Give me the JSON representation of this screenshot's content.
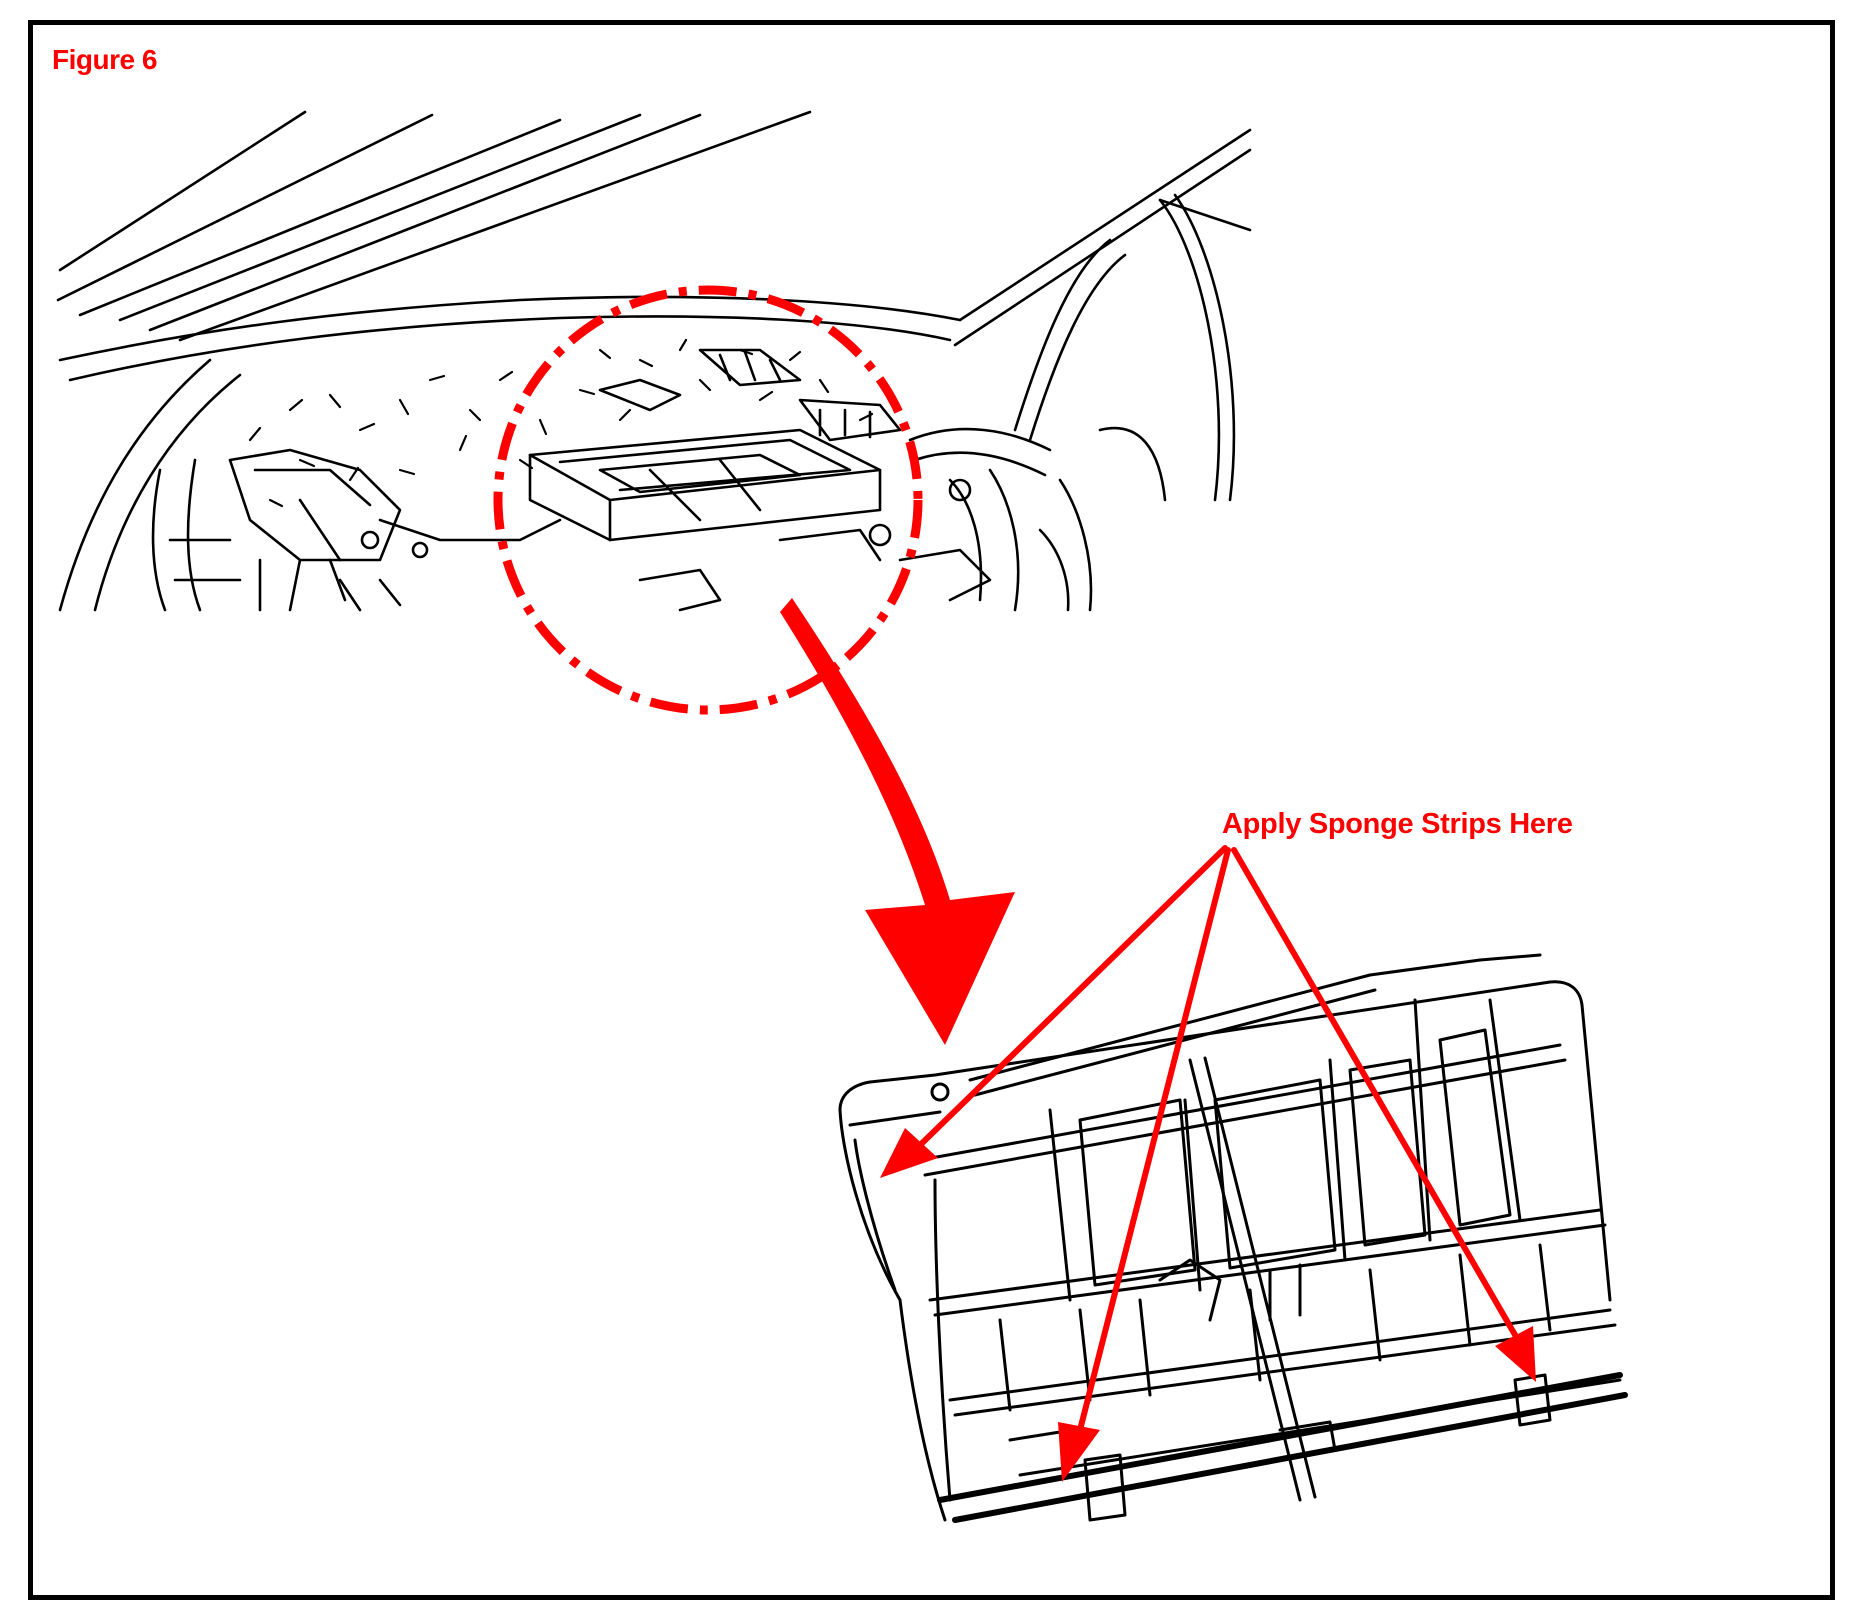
{
  "figure": {
    "title": "Figure 6",
    "callout_label": "Apply Sponge Strips Here"
  },
  "colors": {
    "annotation": "#ff0000",
    "line_art": "#000000",
    "background": "#ffffff"
  },
  "parts": {
    "top_view": "dashboard-interior-view",
    "detail_view": "filter-housing-cover",
    "callout_targets": [
      "upper-left-corner",
      "bottom-center-edge",
      "bottom-right-edge"
    ]
  }
}
